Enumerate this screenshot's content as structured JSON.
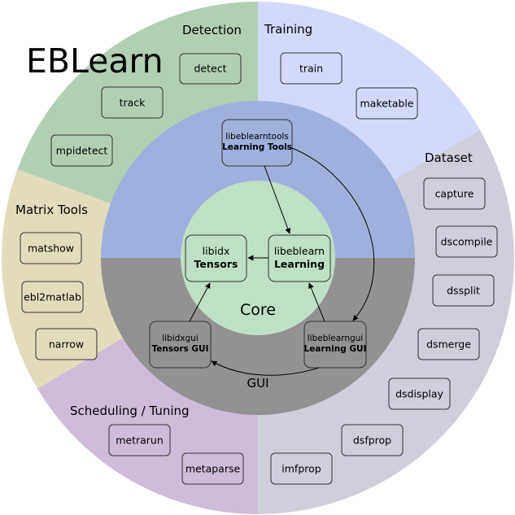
{
  "title": "EBLearn",
  "colors": {
    "detection": "#b2cfb3",
    "training": "#d3d9fd",
    "dataset": "#cfcfdb",
    "matrix_tools": "#e2dcbd",
    "scheduling": "#cfbcd9",
    "gui_ring": "#929292",
    "learning_ring": "#9fb0dc",
    "core": "#bfe0c4",
    "box_stroke": "#333333"
  },
  "sectors": {
    "detection": {
      "label": "Detection",
      "tools": [
        "detect",
        "track",
        "mpidetect"
      ]
    },
    "training": {
      "label": "Training",
      "tools": [
        "train",
        "maketable"
      ]
    },
    "dataset": {
      "label": "Dataset",
      "tools": [
        "capture",
        "dscompile",
        "dssplit",
        "dsmerge",
        "dsdisplay",
        "dsfprop",
        "imfprop"
      ]
    },
    "matrix_tools": {
      "label": "Matrix Tools",
      "tools": [
        "matshow",
        "ebl2matlab",
        "narrow"
      ]
    },
    "scheduling": {
      "label": "Scheduling / Tuning",
      "tools": [
        "metrarun",
        "metaparse"
      ]
    }
  },
  "rings": {
    "gui": {
      "label": "GUI"
    },
    "core": {
      "label": "Core"
    }
  },
  "libraries": {
    "libeblearntools": {
      "name": "libeblearntools",
      "desc": "Learning Tools"
    },
    "libeblearn": {
      "name": "libeblearn",
      "desc": "Learning"
    },
    "libidx": {
      "name": "libidx",
      "desc": "Tensors"
    },
    "libidxgui": {
      "name": "libidxgui",
      "desc": "Tensors GUI"
    },
    "libeblearngui": {
      "name": "libeblearngui",
      "desc": "Learning GUI"
    }
  }
}
